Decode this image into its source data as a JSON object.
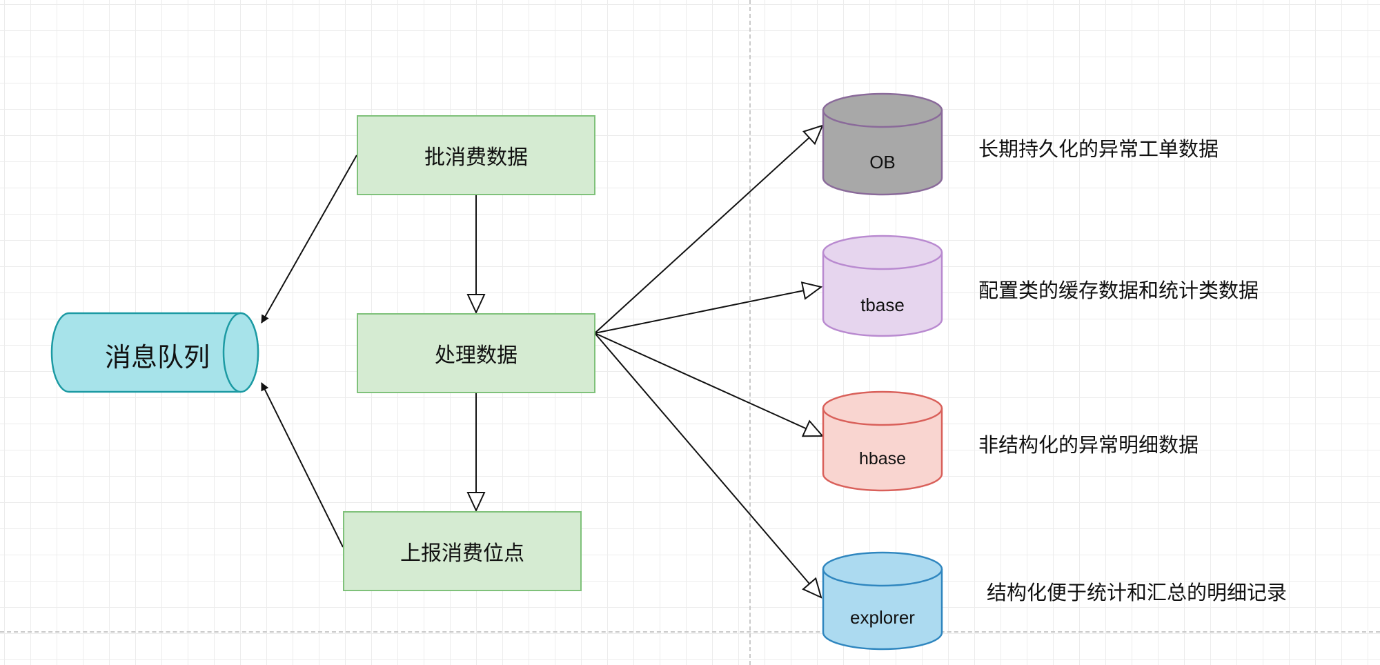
{
  "queue": {
    "label": "消息队列",
    "fill": "#a7e3ea",
    "stroke": "#1c9aa3"
  },
  "process_boxes": {
    "batch_consume": "批消费数据",
    "process_data": "处理数据",
    "report_offset": "上报消费位点",
    "fill": "#d5ebd2",
    "stroke": "#7fc17a"
  },
  "databases": [
    {
      "id": "ob",
      "label": "OB",
      "fill": "#a8a8a8",
      "stroke": "#8a6a9a",
      "description": "长期持久化的异常工单数据"
    },
    {
      "id": "tbase",
      "label": "tbase",
      "fill": "#e6d5ee",
      "stroke": "#b98ad0",
      "description": "配置类的缓存数据和统计类数据"
    },
    {
      "id": "hbase",
      "label": "hbase",
      "fill": "#f9d5d0",
      "stroke": "#d9605a",
      "description": "非结构化的异常明细数据"
    },
    {
      "id": "explorer",
      "label": "explorer",
      "fill": "#acdaf0",
      "stroke": "#2f86bf",
      "description": "结构化便于统计和汇总的明细记录"
    }
  ]
}
